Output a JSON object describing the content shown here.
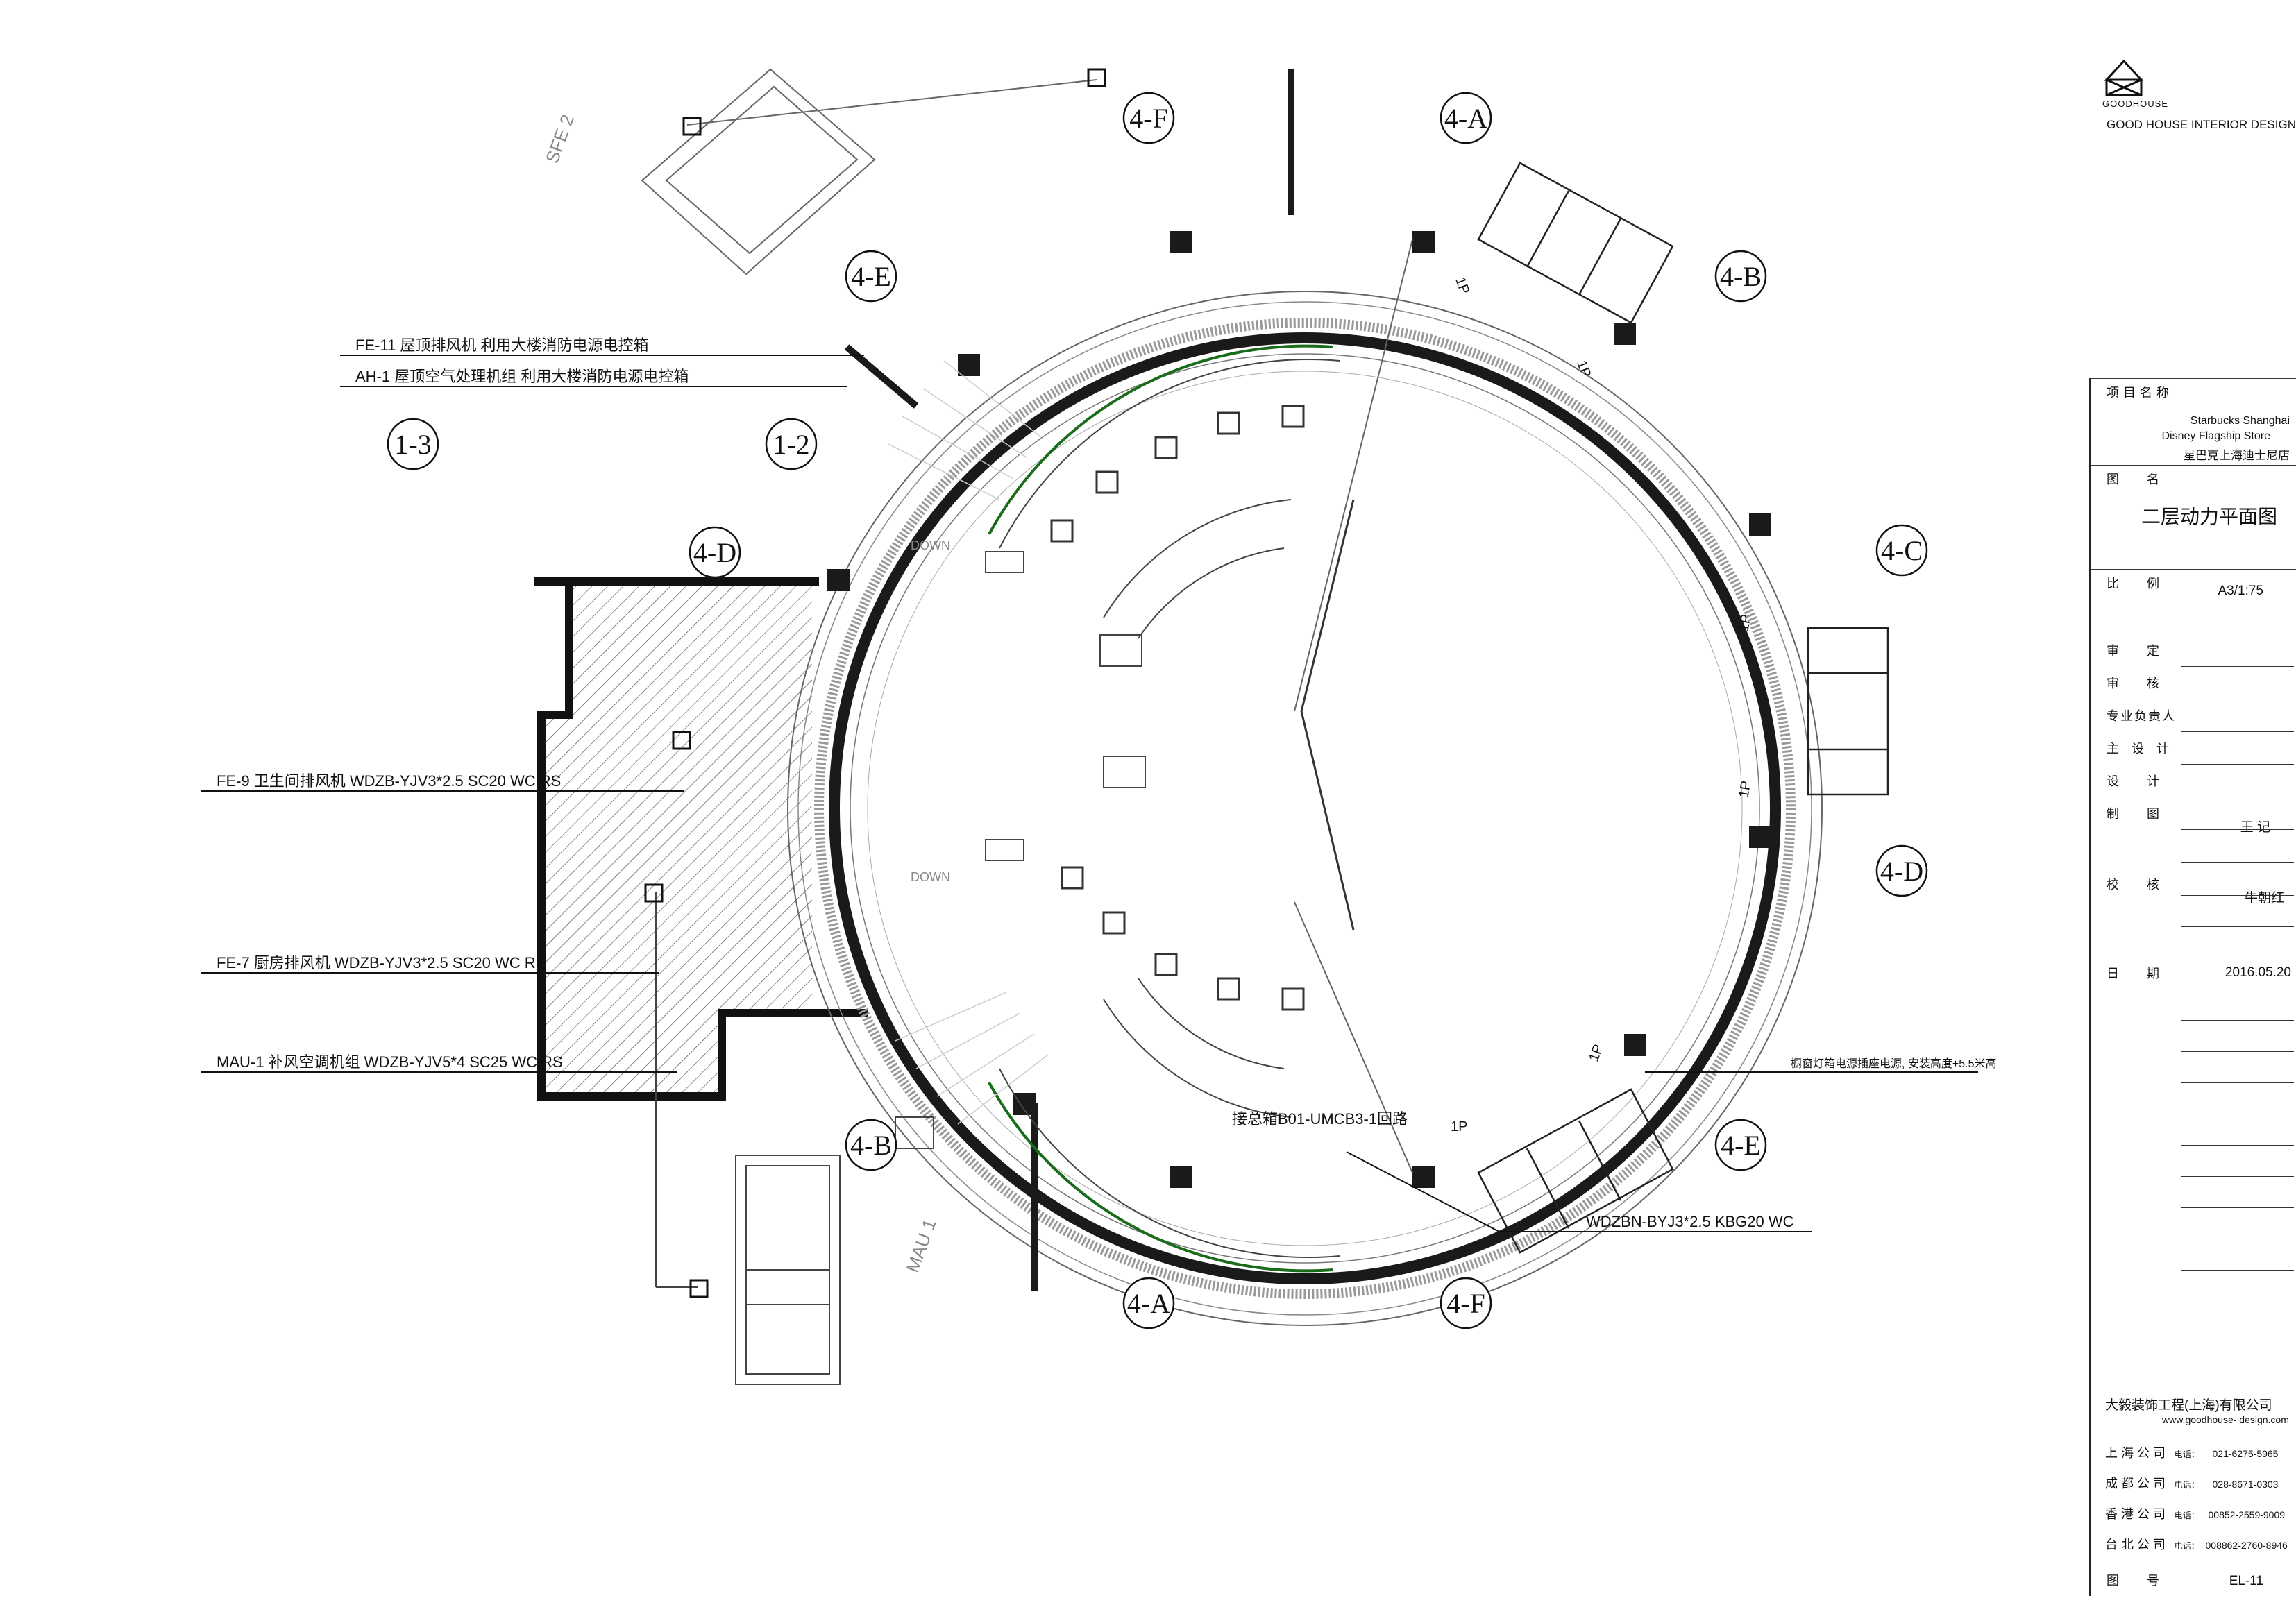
{
  "brand": {
    "logo_text": "GOODHOUSE",
    "name": "GOOD HOUSE INTERIOR DESIGN"
  },
  "labels": {
    "grid_4f_top": "4-F",
    "grid_4a_top": "4-A",
    "grid_4e_left": "4-E",
    "grid_4b_right": "4-B",
    "grid_4c": "4-C",
    "grid_4d_right": "4-D",
    "grid_4e_right": "4-E",
    "grid_4d_left": "4-D",
    "grid_13": "1-3",
    "grid_12": "1-2",
    "grid_4b_bottom": "4-B",
    "grid_4a_bottom": "4-A",
    "grid_4f_bottom": "4-F",
    "down_upper": "DOWN",
    "down_lower": "DOWN",
    "sfe": "SFE 2",
    "mau_tag": "MAU 1",
    "onep": "1P"
  },
  "annotations": {
    "fe11": "FE-11 屋顶排风机  利用大楼消防电源电控箱",
    "ah1": "AH-1 屋顶空气处理机组  利用大楼消防电源电控箱",
    "fe9": "FE-9 卫生间排风机  WDZB-YJV3*2.5 SC20 WC RS",
    "fe7": "FE-7 厨房排风机  WDZB-YJV3*2.5 SC20 WC RS",
    "mau1": "MAU-1 补风空调机组  WDZB-YJV5*4 SC25 WC RS",
    "right_note": "橱窗灯箱电源插座电源, 安装高度+5.5米高",
    "panel": "接总箱B01-UMCB3-1回路",
    "cable": "WDZBN-BYJ3*2.5 KBG20 WC"
  },
  "title_block": {
    "project_label": "项目名称",
    "project_en_1": "Starbucks Shanghai",
    "project_en_2": "Disney Flagship Store",
    "project_cn": "星巴克上海迪士尼店",
    "drawing_label": "图名",
    "drawing_name": "二层动力平面图",
    "scale_label": "比例",
    "scale_value": "A3/1:75",
    "approve_label": "审定",
    "review_label": "审核",
    "lead_label": "专业负责人",
    "chief_label": "主设计",
    "design_label": "设计",
    "draw_label": "制图",
    "draw_value": "王 记",
    "check_label": "校核",
    "check_value": "牛朝红",
    "date_label": "日期",
    "date_value": "2016.05.20",
    "number_label": "图号",
    "number_value": "EL-11"
  },
  "company": {
    "name": "大毅装饰工程(上海)有限公司",
    "web": "www.goodhouse- design.com",
    "offices": [
      {
        "city": "上 海 公 司",
        "tel_label": "电话：",
        "tel": "021-6275-5965"
      },
      {
        "city": "成 都 公 司",
        "tel_label": "电话：",
        "tel": "028-8671-0303"
      },
      {
        "city": "香 港 公 司",
        "tel_label": "电话：",
        "tel": "00852-2559-9009"
      },
      {
        "city": "台 北 公 司",
        "tel_label": "电话：",
        "tel": "008862-2760-8946"
      }
    ]
  }
}
